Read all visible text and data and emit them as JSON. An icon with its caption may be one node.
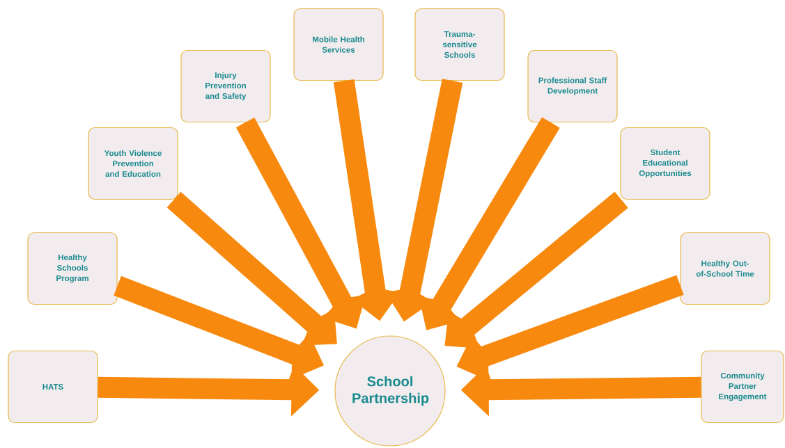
{
  "diagram": {
    "nodes": [
      {
        "text": [
          "HATS"
        ]
      },
      {
        "text": [
          "Healthy Schools Program"
        ]
      },
      {
        "text": [
          "Youth Violence Prevention and Education"
        ]
      },
      {
        "text": [
          "Injury Prevention and Safety"
        ]
      },
      {
        "text": [
          "Mobile Health Services"
        ]
      },
      {
        "text": [
          "Trauma-sensitive Schools"
        ]
      },
      {
        "text": [
          "Professional Staff Development"
        ]
      },
      {
        "text": [
          "Student Educational Opportunities"
        ]
      },
      {
        "text": [
          "Healthy Out-of-School Time"
        ]
      },
      {
        "text": [
          "Community Partner Engagement"
        ]
      },
      {
        "text": [
          "School Partnership"
        ]
      }
    ],
    "edges": [
      {
        "from": 0,
        "to": 10,
        "arrow": "to"
      },
      {
        "from": 1,
        "to": 10,
        "arrow": "to"
      },
      {
        "from": 2,
        "to": 10,
        "arrow": "to"
      },
      {
        "from": 3,
        "to": 10,
        "arrow": "to"
      },
      {
        "from": 4,
        "to": 10,
        "arrow": "to"
      },
      {
        "from": 5,
        "to": 10,
        "arrow": "to"
      },
      {
        "from": 6,
        "to": 10,
        "arrow": "to"
      },
      {
        "from": 7,
        "to": 10,
        "arrow": "to"
      },
      {
        "from": 8,
        "to": 10,
        "arrow": "to"
      },
      {
        "from": 9,
        "to": 10,
        "arrow": "to"
      }
    ]
  }
}
